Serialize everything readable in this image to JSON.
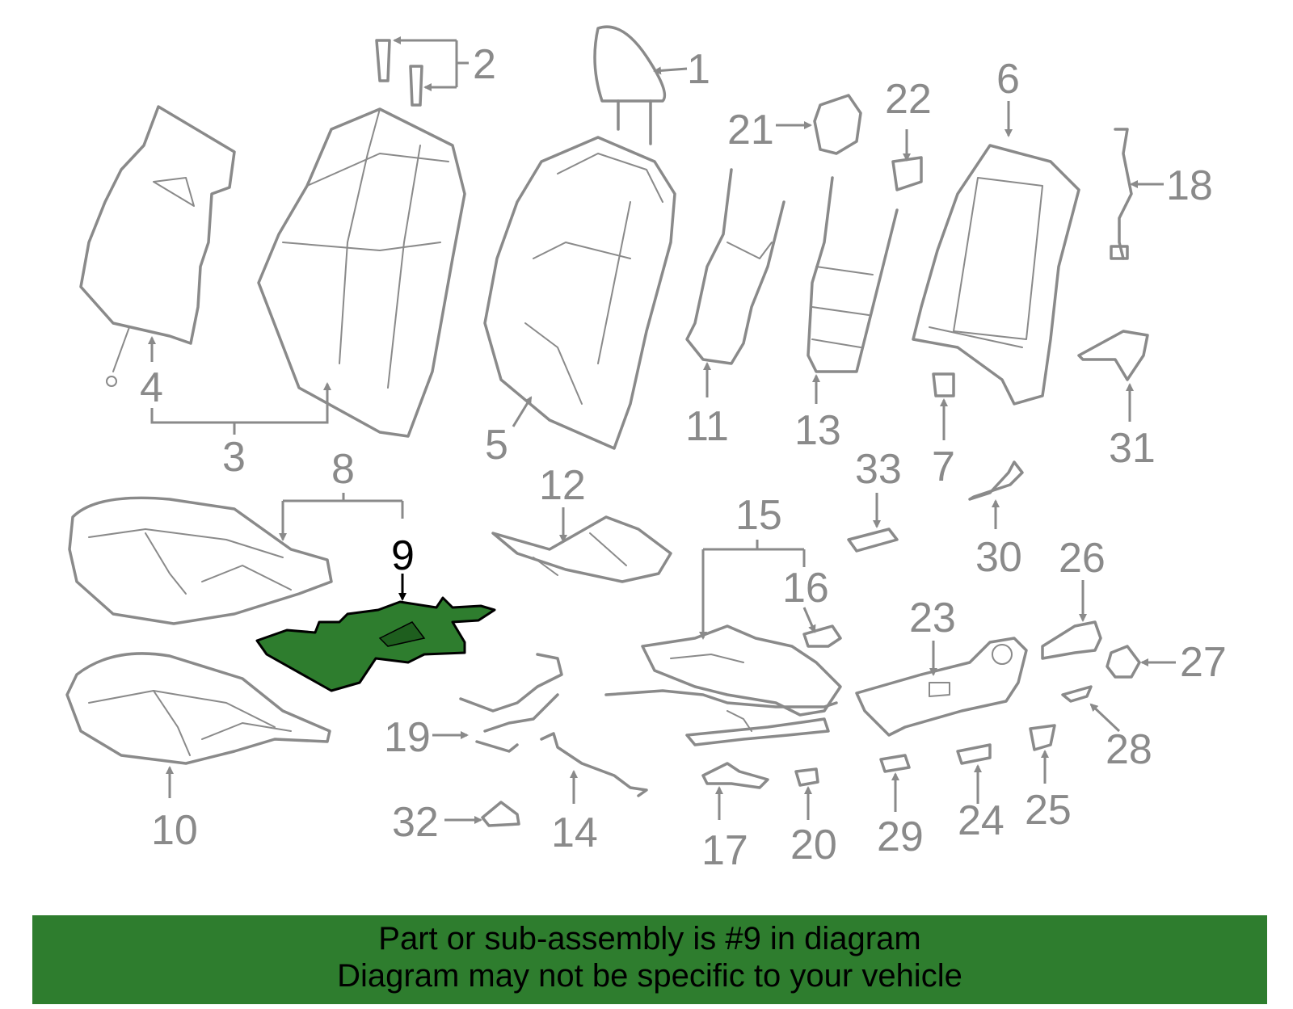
{
  "diagram": {
    "highlight_color": "#2e7d2e",
    "line_color": "#8a8a8a",
    "highlighted_part": "9",
    "labels": [
      "1",
      "2",
      "3",
      "4",
      "5",
      "6",
      "7",
      "8",
      "9",
      "10",
      "11",
      "12",
      "13",
      "14",
      "15",
      "16",
      "17",
      "18",
      "19",
      "20",
      "21",
      "22",
      "23",
      "24",
      "25",
      "26",
      "27",
      "28",
      "29",
      "30",
      "31",
      "32",
      "33"
    ]
  },
  "banner": {
    "line1": "Part or sub-assembly is #9 in diagram",
    "line2": "Diagram may not be specific to your vehicle",
    "background": "#2e7d2e"
  }
}
